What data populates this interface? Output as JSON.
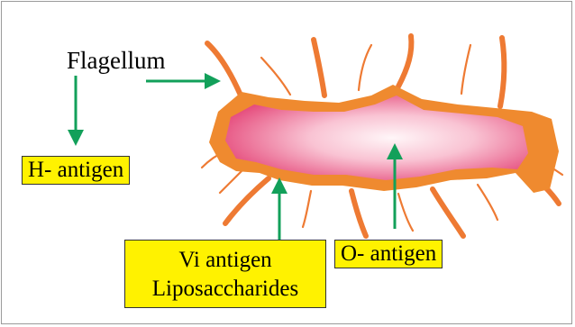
{
  "labels": {
    "flagellum": "Flagellum",
    "h_antigen": "H- antigen",
    "vi_antigen": "Vi antigen",
    "liposaccharides": "Liposaccharides",
    "o_antigen": "O- antigen"
  },
  "colors": {
    "flagella": "#ee7a33",
    "capsule": "#ef8a2f",
    "cell_center": "#fff4f6",
    "cell_edge": "#e74a7a",
    "arrow": "#12a05a",
    "label_box": "#fff200"
  }
}
